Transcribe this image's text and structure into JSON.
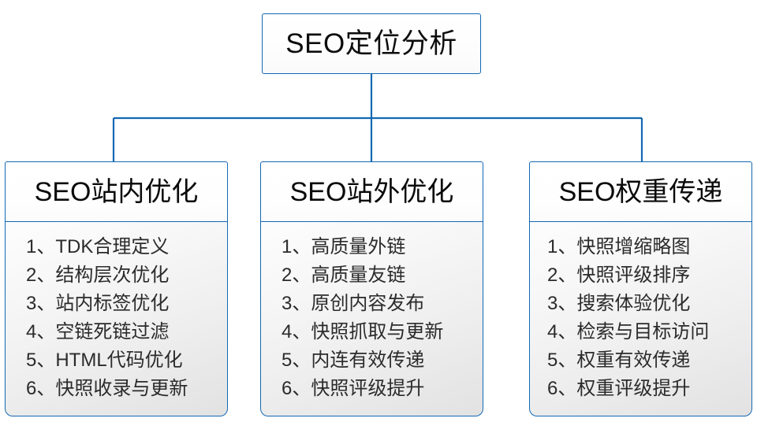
{
  "diagram": {
    "type": "org-chart",
    "accent_color": "#1268b3",
    "text_color": "#1a1a1a",
    "body_fill_start": "#fdfdfd",
    "body_fill_end": "#e2e2e2",
    "root": {
      "label": "SEO定位分析"
    },
    "branches": [
      {
        "id": "on-site",
        "header": "SEO站内优化",
        "items": [
          "1、TDK合理定义",
          "2、结构层次优化",
          "3、站内标签优化",
          "4、空链死链过滤",
          "5、HTML代码优化",
          "6、快照收录与更新"
        ]
      },
      {
        "id": "off-site",
        "header": "SEO站外优化",
        "items": [
          "1、高质量外链",
          "2、高质量友链",
          "3、原创内容发布",
          "4、快照抓取与更新",
          "5、内连有效传递",
          "6、快照评级提升"
        ]
      },
      {
        "id": "weight-transfer",
        "header": "SEO权重传递",
        "items": [
          "1、快照增缩略图",
          "2、快照评级排序",
          "3、搜索体验优化",
          "4、检索与目标访问",
          "5、权重有效传递",
          "6、权重评级提升"
        ]
      }
    ]
  }
}
